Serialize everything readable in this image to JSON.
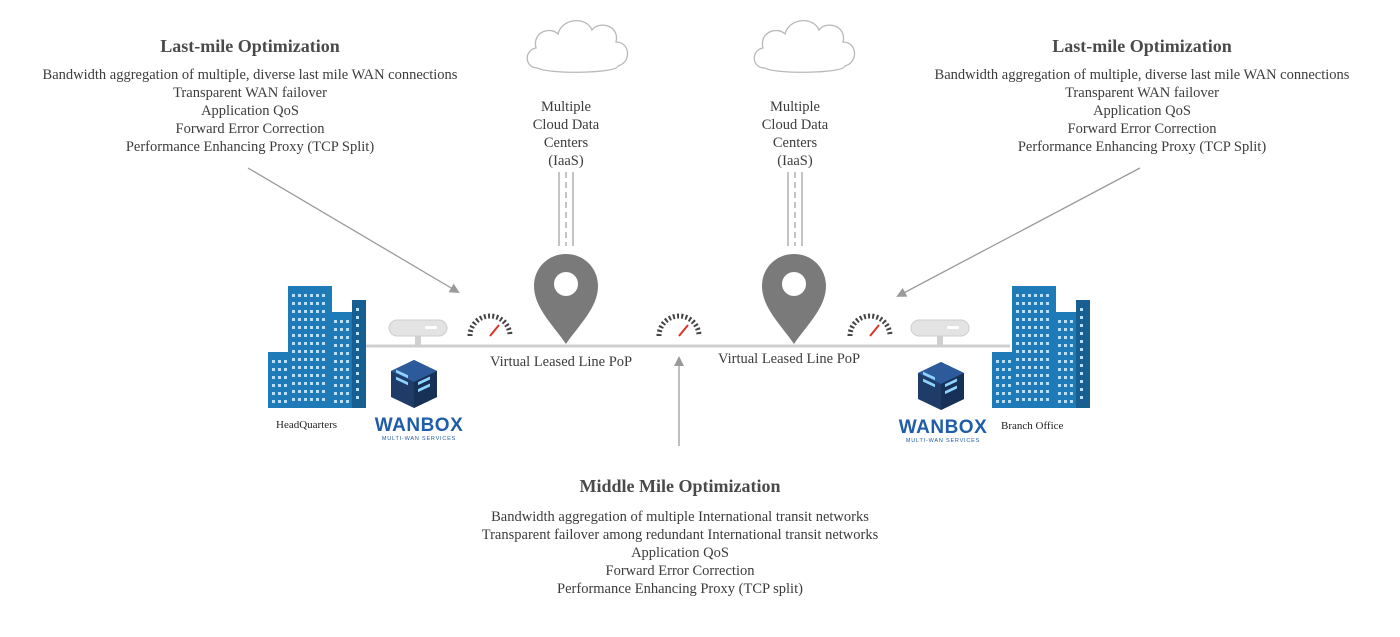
{
  "left_panel": {
    "title": "Last-mile Optimization",
    "items": [
      "Bandwidth aggregation of multiple, diverse last mile WAN connections",
      "Transparent WAN failover",
      "Application QoS",
      "Forward Error Correction",
      "Performance Enhancing Proxy (TCP Split)"
    ]
  },
  "right_panel": {
    "title": "Last-mile Optimization",
    "items": [
      "Bandwidth aggregation of multiple, diverse last mile WAN connections",
      "Transparent WAN failover",
      "Application QoS",
      "Forward Error Correction",
      "Performance Enhancing Proxy (TCP Split)"
    ]
  },
  "middle_panel": {
    "title": "Middle Mile Optimization",
    "items": [
      "Bandwidth aggregation of multiple International transit networks",
      "Transparent failover among redundant International transit networks",
      "Application QoS",
      "Forward Error Correction",
      "Performance Enhancing Proxy (TCP split)"
    ]
  },
  "clouds": [
    {
      "lines": [
        "Multiple",
        "Cloud  Data",
        "Centers",
        "(IaaS)"
      ]
    },
    {
      "lines": [
        "Multiple",
        "Cloud  Data",
        "Centers",
        "(IaaS)"
      ]
    }
  ],
  "pops": [
    {
      "label": "Virtual Leased Line PoP"
    },
    {
      "label": "Virtual Leased Line PoP"
    }
  ],
  "sites": {
    "left": "HeadQuarters",
    "right": "Branch Office"
  },
  "wanbox": {
    "brand": "WANBOX",
    "tagline": "MULTI-WAN SERVICES"
  },
  "colors": {
    "building": "#1f7ab8",
    "building_dark": "#175f90",
    "pin": "#7a7a7a",
    "line": "#c8c8c8",
    "arrow": "#9a9a9a",
    "gauge_needle": "#d9332a",
    "brand": "#1f5da8"
  },
  "icons": [
    "cloud-icon",
    "location-pin-icon",
    "speed-gauge-icon",
    "building-icon",
    "router-icon",
    "wanbox-logo-icon"
  ]
}
